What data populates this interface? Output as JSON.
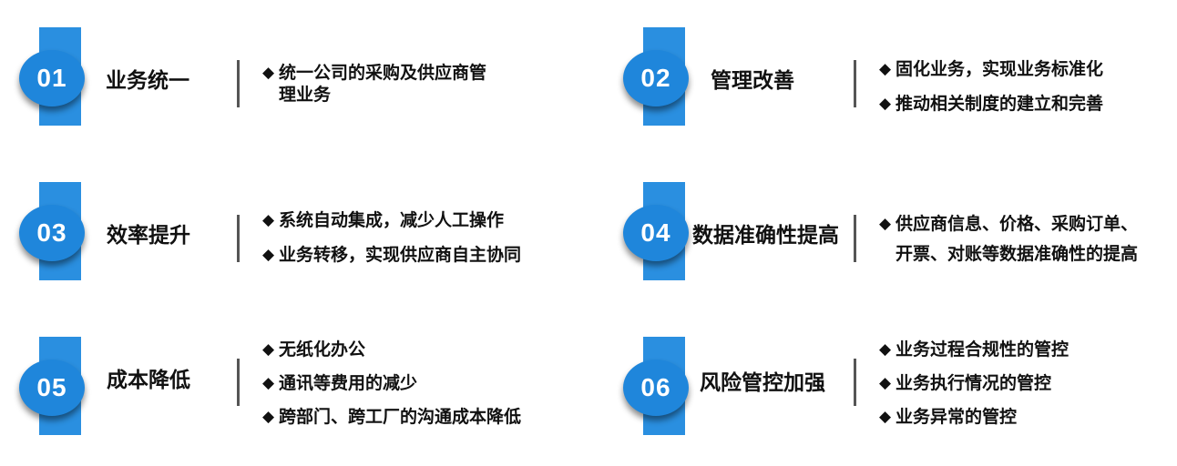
{
  "bullet_marker": "◆",
  "colors": {
    "accent": "#1f86db",
    "bar": "#2a8fe0",
    "text": "#111111",
    "divider": "#555555"
  },
  "items": [
    {
      "number": "01",
      "title": "业务统一",
      "bullets": [
        "统一公司的采购及供应商管\n理业务"
      ]
    },
    {
      "number": "02",
      "title": "管理改善",
      "bullets": [
        "固化业务，实现业务标准化",
        "推动相关制度的建立和完善"
      ]
    },
    {
      "number": "03",
      "title": "效率提升",
      "bullets": [
        "系统自动集成，减少人工操作",
        "业务转移，实现供应商自主协同"
      ]
    },
    {
      "number": "04",
      "title": "数据准确性提高",
      "bullets": [
        "供应商信息、价格、采购订单、\n开票、对账等数据准确性的提高"
      ]
    },
    {
      "number": "05",
      "title": "成本降低",
      "bullets": [
        "无纸化办公",
        "通讯等费用的减少",
        "跨部门、跨工厂的沟通成本降低"
      ]
    },
    {
      "number": "06",
      "title": "风险管控加强",
      "bullets": [
        "业务过程合规性的管控",
        "业务执行情况的管控",
        "业务异常的管控"
      ]
    }
  ]
}
